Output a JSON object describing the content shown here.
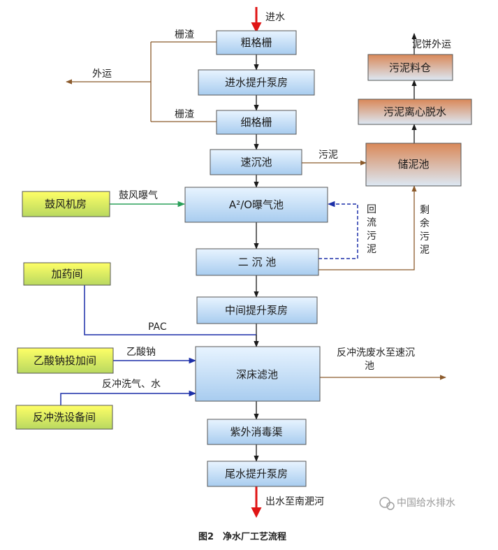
{
  "colors": {
    "box_blue_top": "#e8f4ff",
    "box_blue_bottom": "#a8ccef",
    "box_yellow_top": "#ffff66",
    "box_yellow_bottom": "#b8d860",
    "box_orange_top": "#d98858",
    "box_orange_bottom": "#dce8f4",
    "main_line": "#1a1a1a",
    "brown_line": "#8b5a2b",
    "blue_line": "#1c2fa8",
    "green_line": "#2aa05a",
    "red_arrow": "#e01515"
  },
  "labels": {
    "inflow": "进水",
    "screen_residue_1": "栅渣",
    "screen_residue_2": "栅渣",
    "haul_out": "外运",
    "sludge": "污泥",
    "blower_air": "鼓风曝气",
    "return_sludge": "回流污泥",
    "excess_sludge": "剩余污泥",
    "pac": "PAC",
    "sodium_acetate": "乙酸钠",
    "backwash_air_water": "反冲洗气、水",
    "backwash_waste": "反冲洗废水至速沉池",
    "outflow": "出水至南淝河",
    "cake_haul": "泥饼外运"
  },
  "boxes": {
    "coarse_screen": "粗格栅",
    "inlet_pump": "进水提升泵房",
    "fine_screen": "细格栅",
    "rapid_settling": "速沉池",
    "ao_tank": "A²/O曝气池",
    "secondary_clarifier": "二 沉 池",
    "mid_pump": "中间提升泵房",
    "deep_bed_filter": "深床滤池",
    "uv_channel": "紫外消毒渠",
    "tail_pump": "尾水提升泵房",
    "blower_room": "鼓风机房",
    "dosing_room": "加药间",
    "acetate_dosing_room": "乙酸钠投加间",
    "backwash_room": "反冲洗设备间",
    "sludge_thickener": "储泥池",
    "centrifuge": "污泥离心脱水",
    "sludge_silo": "污泥料仓"
  },
  "watermark": "中国给水排水",
  "caption": "图2　净水厂工艺流程"
}
